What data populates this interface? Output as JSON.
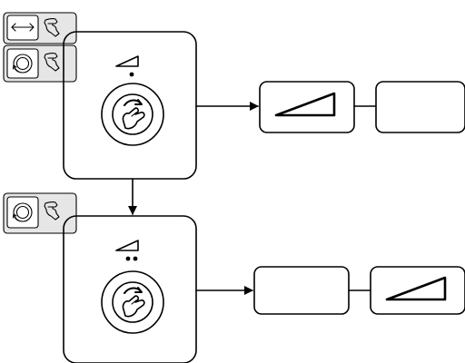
{
  "diagram": {
    "steps": [
      {
        "controls": [
          "toggle-arrow-icon",
          "rotary-knob-icon"
        ],
        "selector_dots": 1,
        "outputs": [
          "ramp-active",
          "ramp-empty"
        ]
      },
      {
        "controls": [
          "rotary-knob-icon"
        ],
        "selector_dots": 2,
        "outputs": [
          "ramp-empty",
          "ramp-active"
        ]
      }
    ],
    "colors": {
      "line": "#000000",
      "tab_fill": "#e6e6e6",
      "background": "#ffffff"
    }
  }
}
